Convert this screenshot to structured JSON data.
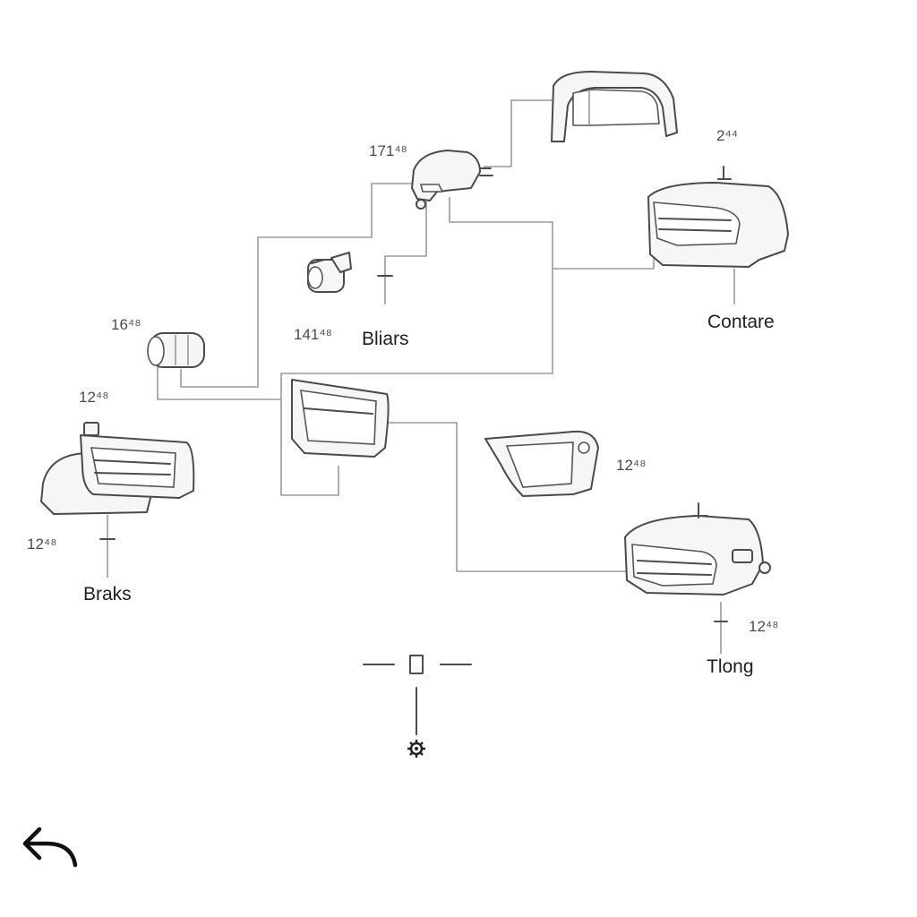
{
  "labels": {
    "n_171": "171⁴⁸",
    "n_2": "2⁴⁴",
    "n_16": "16⁴⁸",
    "n_141": "141⁴⁸",
    "n_12_a": "12⁴⁸",
    "n_12_b": "12⁴⁸",
    "n_12_c": "12⁴⁸",
    "n_12_d": "12⁴⁸",
    "bliars": "Bliars",
    "contare": "Contare",
    "braks": "Braks",
    "tlong": "Tlong"
  },
  "icons": {
    "back": "back-arrow-icon",
    "gear": "gear-icon"
  }
}
